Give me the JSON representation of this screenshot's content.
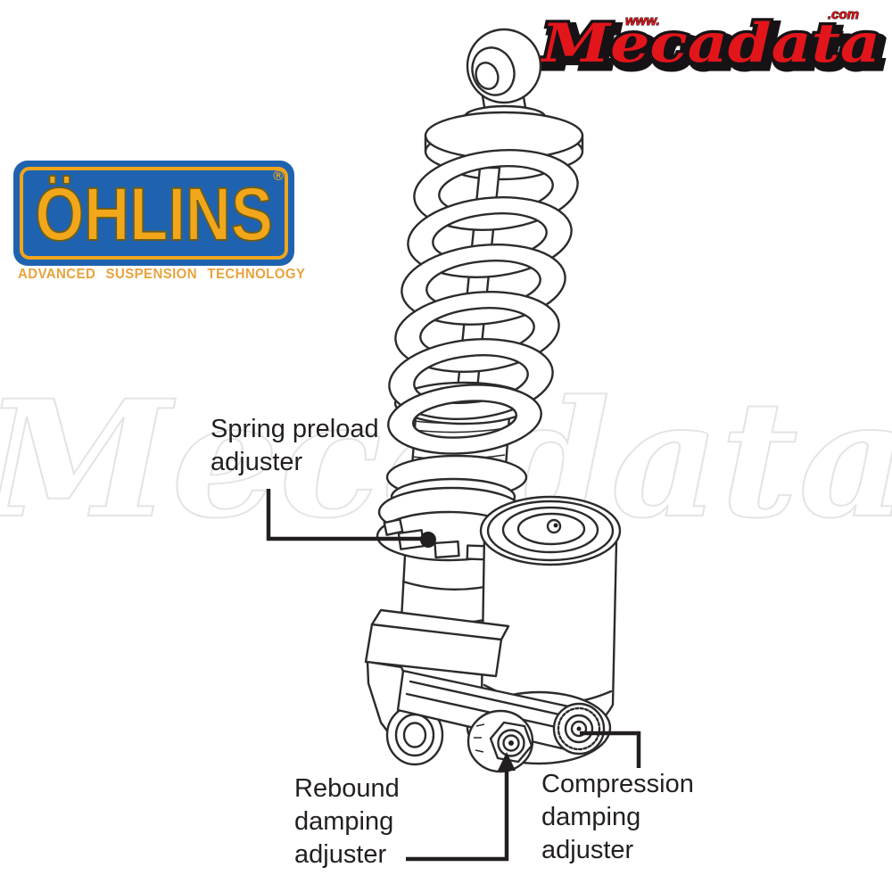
{
  "page": {
    "background": "#ffffff"
  },
  "mecadata_logo": {
    "www": "www.",
    "name": "Mecadata",
    "com": ".com"
  },
  "ohlins_logo": {
    "name": "ÖHLINS",
    "registered": "®",
    "tagline": "ADVANCED SUSPENSION TECHNOLOGY"
  },
  "watermark": {
    "text": "Mecadata"
  },
  "labels": {
    "spring_preload": {
      "lines": [
        "Spring preload",
        "adjuster"
      ]
    },
    "rebound": {
      "lines": [
        "Rebound",
        "damping",
        "adjuster"
      ]
    },
    "compression": {
      "lines": [
        "Compression",
        "damping",
        "adjuster"
      ]
    }
  },
  "colors": {
    "logo_red": "#e2151b",
    "logo_outline": "#161215",
    "ohlins_blue": "#1f63b0",
    "ohlins_gold": "#f2a71b",
    "tagline_gold": "#e8a33d",
    "line_art": "#2b2b2b",
    "callout": "#231f20",
    "watermark_gray": "#e4e4e4"
  }
}
